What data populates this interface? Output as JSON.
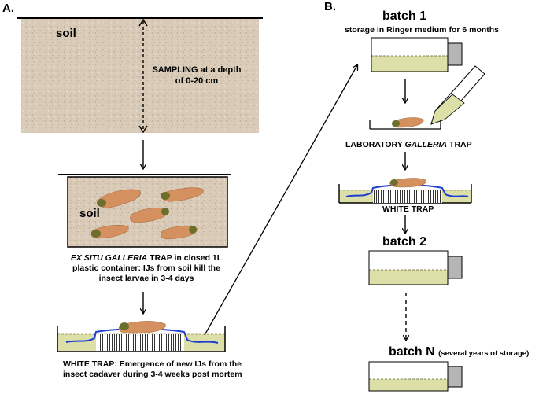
{
  "panel_a": {
    "label": "A.",
    "soil_label": "soil",
    "sampling_line1": "SAMPLING at a depth",
    "sampling_line2": "of 0-20 cm",
    "trap_soil_label": "soil",
    "ex_situ_italic": "EX SITU GALLERIA",
    "ex_situ_rest": " TRAP in closed 1L plastic container: IJs from soil kill the insect larvae in 3-4 days",
    "white_trap_caption": "WHITE TRAP: Emergence of new IJs from the insect cadaver during 3-4 weeks post mortem"
  },
  "panel_b": {
    "label": "B.",
    "batch1_title": "batch 1",
    "batch1_subtitle": "storage in Ringer medium for 6 months",
    "lab_trap_prefix": "LABORATORY ",
    "lab_trap_italic": "GALLERIA",
    "lab_trap_suffix": " TRAP",
    "white_trap_label": "WHITE TRAP",
    "batch2_title": "batch 2",
    "batchN_title": "batch N",
    "batchN_note": "(several years of storage)"
  },
  "colors": {
    "soil": "#d9cbb8",
    "medium": "#dcdfa7",
    "larva_body": "#d4905f",
    "larva_head": "#6c6e2c",
    "filter_paper_line": "#1f3fd1",
    "flask_cap": "#b5b5b5"
  }
}
